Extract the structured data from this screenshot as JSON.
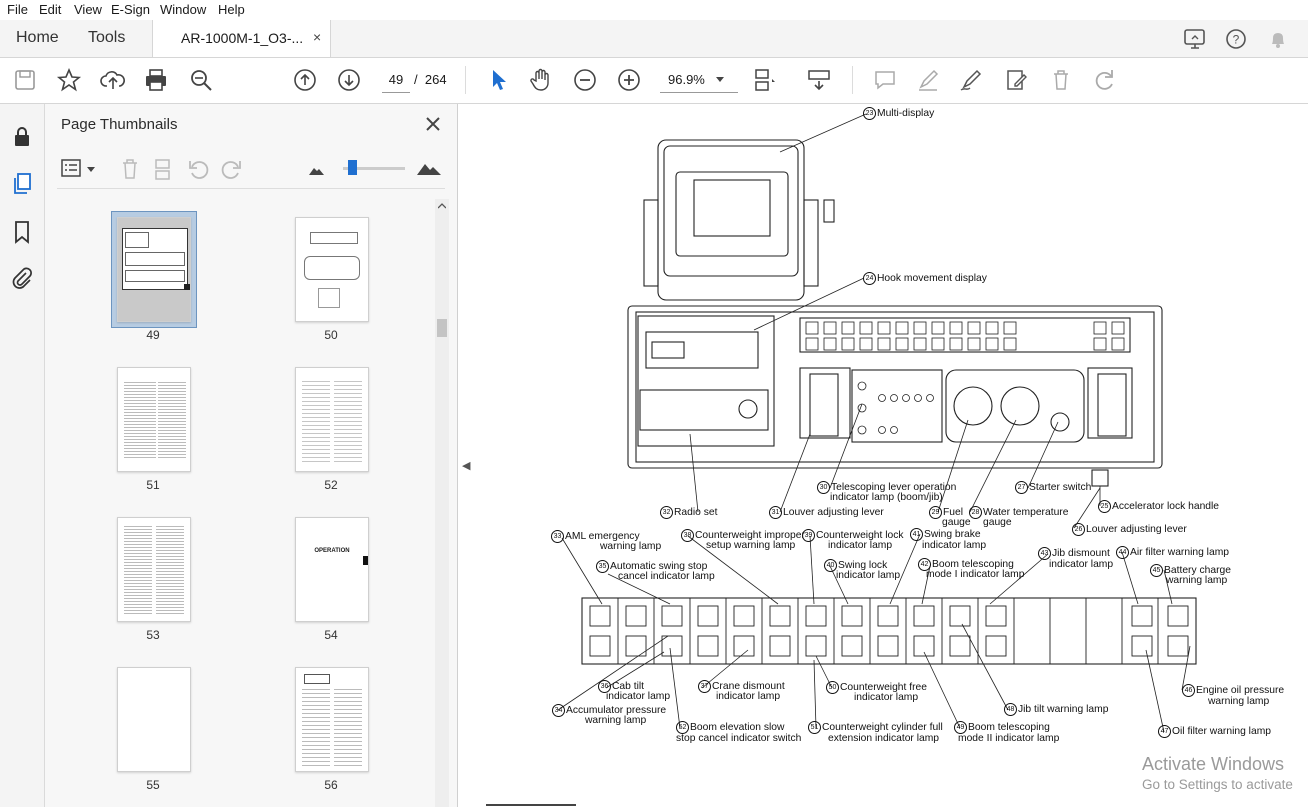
{
  "menubar": [
    "File",
    "Edit",
    "View",
    "E-Sign",
    "Window",
    "Help"
  ],
  "tabs": {
    "home": "Home",
    "tools": "Tools",
    "document": "AR-1000M-1_O3-...",
    "close": "×"
  },
  "toolbar": {
    "page_current": "49",
    "page_sep": "/",
    "page_total": "264",
    "zoom": "96.9%"
  },
  "panel": {
    "title": "Page Thumbnails"
  },
  "thumbnails": [
    {
      "page": "49",
      "selected": true
    },
    {
      "page": "50",
      "selected": false
    },
    {
      "page": "51",
      "selected": false
    },
    {
      "page": "52",
      "selected": false
    },
    {
      "page": "53",
      "selected": false
    },
    {
      "page": "54",
      "selected": false,
      "text": "OPERATION"
    },
    {
      "page": "55",
      "selected": false
    },
    {
      "page": "56",
      "selected": false
    }
  ],
  "diagram": {
    "labels": {
      "l23": "Multi-display",
      "l24": "Hook movement display",
      "l30": "Telescoping lever operation",
      "l30b": "indicator lamp (boom/jib)",
      "l27": "Starter switch",
      "l32": "Radio set",
      "l31": "Louver adjusting lever",
      "l29": "Fuel",
      "l29b": "gauge",
      "l28": "Water temperature",
      "l28b": "gauge",
      "l25a": "Accelerator lock handle",
      "l26": "Louver adjusting lever",
      "l33": "AML emergency",
      "l33b": "warning lamp",
      "l38": "Counterweight improper",
      "l38b": "setup warning lamp",
      "l39": "Counterweight lock",
      "l39b": "indicator lamp",
      "l41": "Swing brake",
      "l41b": "indicator lamp",
      "l43": "Jib dismount",
      "l43b": "indicator lamp",
      "l44": "Air filter warning lamp",
      "l35": "Automatic swing stop",
      "l35b": "cancel indicator lamp",
      "l40": "Swing lock",
      "l40b": "indicator lamp",
      "l42": "Boom  telescoping",
      "l42b": "mode I indicator lamp",
      "l45": "Battery charge",
      "l45b": "warning lamp",
      "l36": "Cab tilt",
      "l36b": "indicator lamp",
      "l37": "Crane dismount",
      "l37b": "indicator lamp",
      "l50": "Counterweight free",
      "l50b": "indicator lamp",
      "l34": "Accumulator pressure",
      "l34b": "warning lamp",
      "l48": "Jib tilt warning lamp",
      "l46": "Engine oil pressure",
      "l46b": "warning lamp",
      "l52": "Boom elevation slow",
      "l52b": "stop cancel indicator switch",
      "l51": "Counterweight cylinder full",
      "l51b": "extension indicator lamp",
      "l49": "Boom telescoping",
      "l49b": "mode II  indicator lamp",
      "l47": "Oil filter warning lamp"
    }
  },
  "watermark": {
    "line1": "Activate Windows",
    "line2": "Go to Settings to activate"
  }
}
